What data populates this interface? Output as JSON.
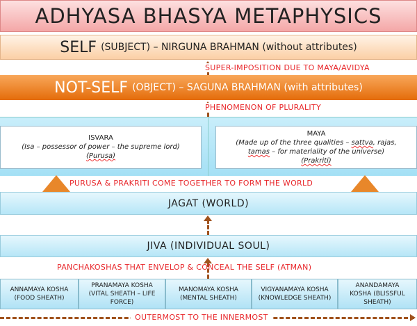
{
  "title": "ADHYASA BHASYA METAPHYSICS",
  "self": {
    "main": "SELF",
    "rest": "(SUBJECT) – NIRGUNA BRAHMAN (without attributes)"
  },
  "label_superimposition": "SUPER-IMPOSITION DUE TO MAYA/AVIDYA",
  "not_self": {
    "main": "NOT-SELF",
    "rest": "(OBJECT) – SAGUNA BRAHMAN (with attributes)"
  },
  "label_plurality": "PHENOMENON OF PLURALITY",
  "isvara": {
    "heading": "ISVARA",
    "desc": "(Isa – possessor of power – the supreme lord)",
    "term": "(Purusa)"
  },
  "maya": {
    "heading": "MAYA",
    "desc1": "(Made up of the three qualities – ",
    "sattva": "sattva",
    "desc2": ", rajas,",
    "tamas": "tamas",
    "desc3": " – for materiality of the universe)",
    "term": "(Prakriti)"
  },
  "label_together": "PURUSA & PRAKRITI COME TOGETHER TO FORM THE WORLD",
  "jagat": "JAGAT (WORLD)",
  "jiva": "JIVA (INDIVIDUAL SOUL)",
  "label_panchakoshas": "PANCHAKOSHAS THAT ENVELOP & CONCEAL THE SELF (ATMAN)",
  "koshas": [
    {
      "name": "ANNAMAYA KOSHA",
      "desc": "(FOOD SHEATH)"
    },
    {
      "name": "PRANAMAYA KOSHA",
      "desc": "(VITAL SHEATH – LIFE FORCE)"
    },
    {
      "name": "MANOMAYA KOSHA",
      "desc": "(MENTAL SHEATH)"
    },
    {
      "name": "VIGYANAMAYA KOSHA",
      "desc": "(KNOWLEDGE SHEATH)"
    },
    {
      "name": "ANANDAMAYA KOSHA",
      "desc": "(BLISSFUL SHEATH)"
    }
  ],
  "label_outermost": "OUTERMOST TO THE INNERMOST"
}
